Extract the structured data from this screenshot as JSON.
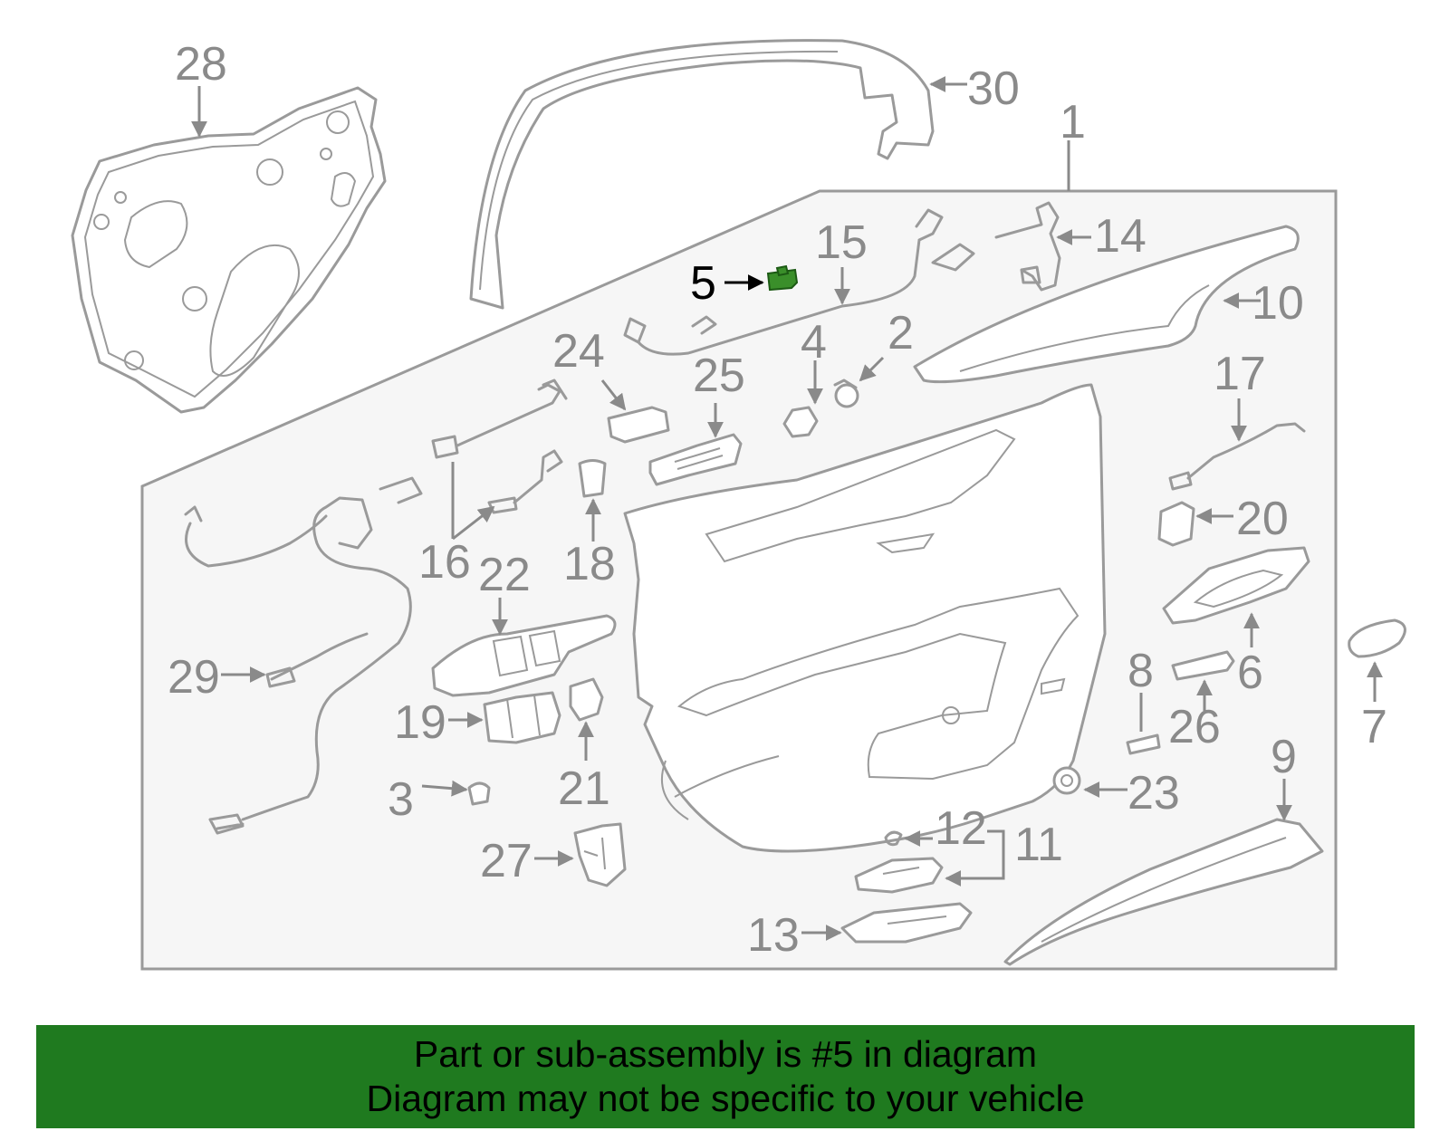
{
  "diagram": {
    "highlight_color": "#3a8f2a",
    "box_fill": "#f6f6f6",
    "line_color": "#9a9a9a",
    "callouts": [
      "1",
      "2",
      "3",
      "4",
      "5",
      "6",
      "7",
      "8",
      "9",
      "10",
      "11",
      "12",
      "13",
      "14",
      "15",
      "16",
      "17",
      "18",
      "19",
      "20",
      "21",
      "22",
      "23",
      "24",
      "25",
      "26",
      "27",
      "28",
      "29",
      "30"
    ],
    "highlighted_part": "5"
  },
  "banner": {
    "background": "#1f7a1f",
    "line1": "Part or sub-assembly is #5 in diagram",
    "line2": "Diagram may not be specific to your vehicle"
  }
}
